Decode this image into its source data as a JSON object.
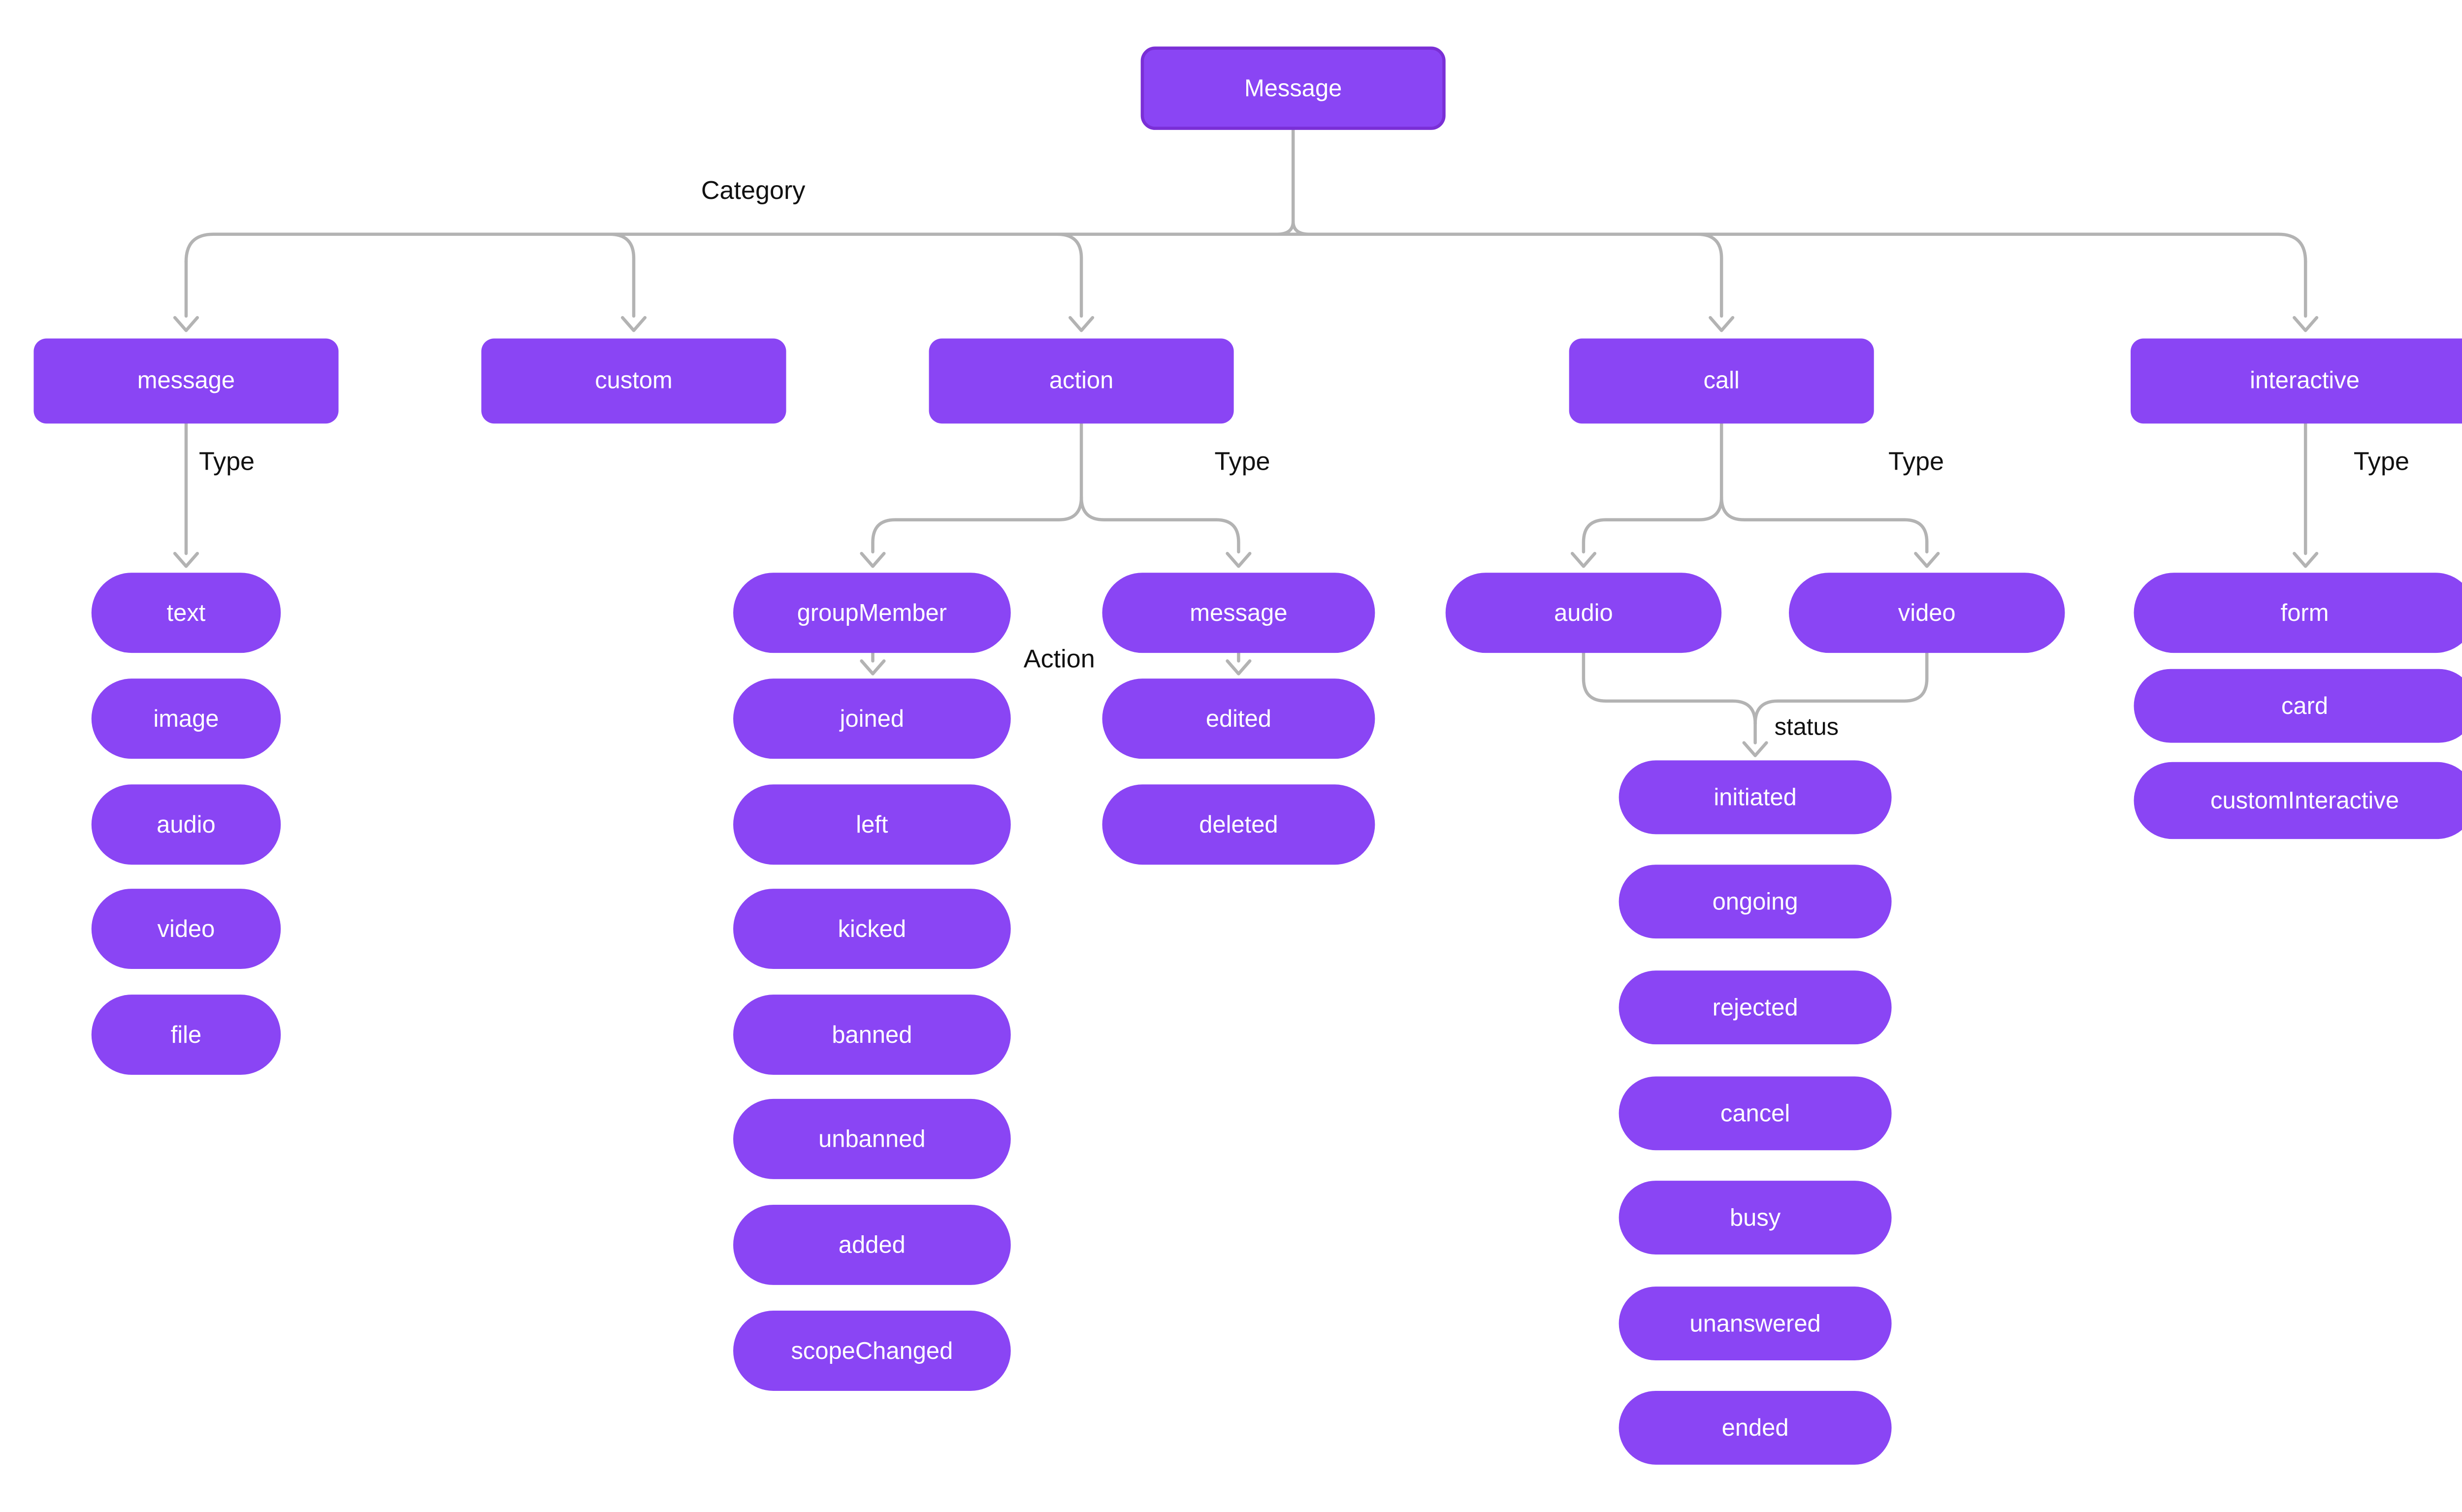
{
  "root": {
    "label": "Message"
  },
  "labels": {
    "category": "Category",
    "type": "Type",
    "action": "Action",
    "status": "status"
  },
  "colors": {
    "node_fill": "#8A45F4",
    "root_border": "#7A2FD6",
    "edge": "#B3B3B3",
    "node_text": "#FFFFFF",
    "label_text": "#111111",
    "background": "#FFFFFF"
  },
  "categories": [
    {
      "label": "message",
      "children": [
        "text",
        "image",
        "audio",
        "video",
        "file"
      ]
    },
    {
      "label": "custom",
      "children": []
    },
    {
      "label": "action",
      "subtypes": [
        {
          "label": "groupMember",
          "actions": [
            "joined",
            "left",
            "kicked",
            "banned",
            "unbanned",
            "added",
            "scopeChanged"
          ]
        },
        {
          "label": "message",
          "actions": [
            "edited",
            "deleted"
          ]
        }
      ]
    },
    {
      "label": "call",
      "subtypes": [
        {
          "label": "audio"
        },
        {
          "label": "video"
        }
      ],
      "statuses": [
        "initiated",
        "ongoing",
        "rejected",
        "cancel",
        "busy",
        "unanswered",
        "ended"
      ]
    },
    {
      "label": "interactive",
      "children": [
        "form",
        "card",
        "customInteractive"
      ]
    }
  ]
}
